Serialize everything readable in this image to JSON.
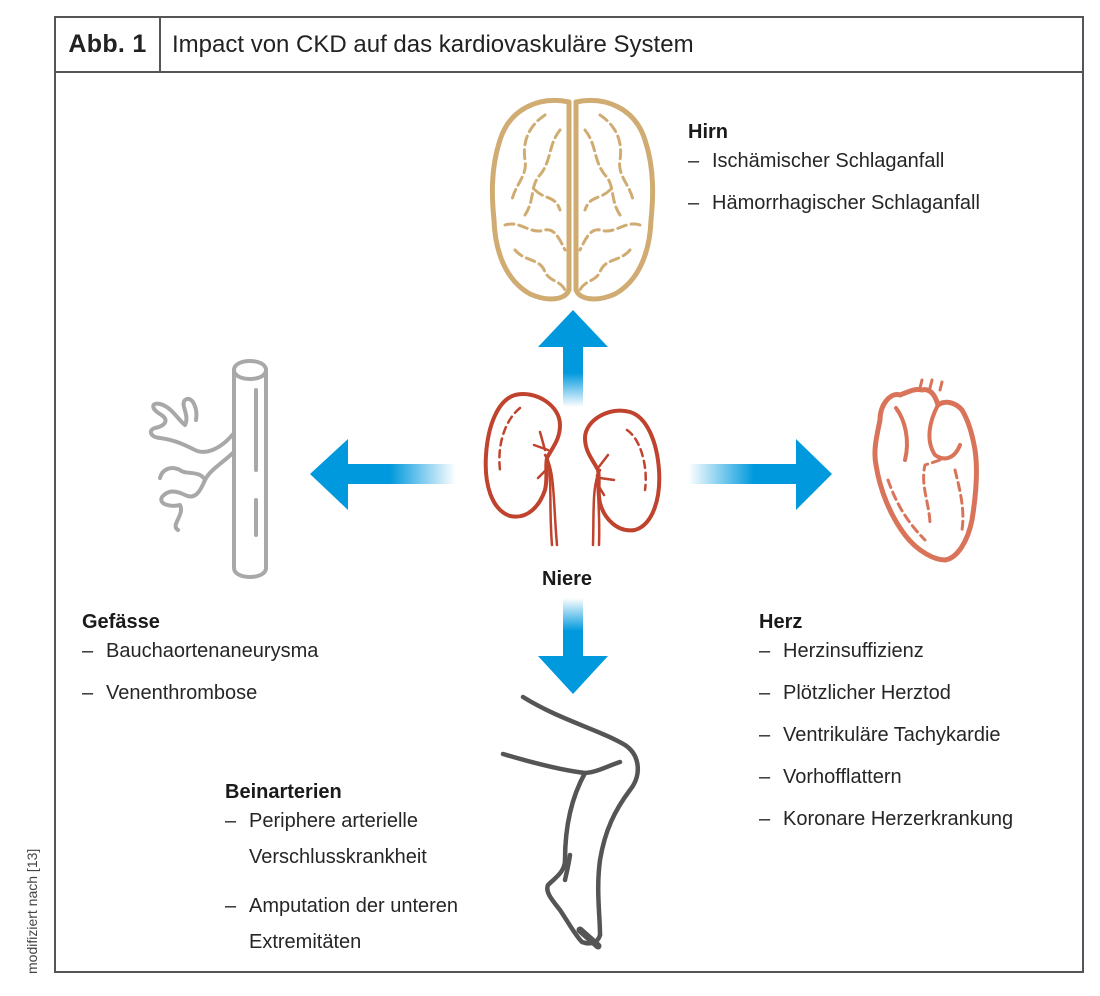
{
  "figure": {
    "label": "Abb. 1",
    "title": "Impact von CKD auf das kardiovaskuläre System",
    "credit": "modifiziert nach [13]",
    "colors": {
      "arrow": "#0099dd",
      "brain": "#d0ac72",
      "kidney": "#c0432e",
      "heart": "#d9745a",
      "vessel": "#a8a8a8",
      "leg": "#555555",
      "frame": "#555555"
    }
  },
  "center": {
    "organ": "Niere",
    "icon": "kidney-icon"
  },
  "organs": {
    "brain": {
      "heading": "Hirn",
      "icon": "brain-icon",
      "items": [
        "Ischämischer Schlaganfall",
        "Hämorrhagischer Schlaganfall"
      ]
    },
    "vessels": {
      "heading": "Gefässe",
      "icon": "blood-vessel-icon",
      "items": [
        "Bauchaortenaneurysma",
        "Venenthrombose"
      ]
    },
    "heart": {
      "heading": "Herz",
      "icon": "heart-icon",
      "items": [
        "Herzinsuffizienz",
        "Plötzlicher Herztod",
        "Ventrikuläre Tachykardie",
        "Vorhofflattern",
        "Koronare Herzerkrankung"
      ]
    },
    "legs": {
      "heading": "Beinarterien",
      "icon": "leg-icon",
      "items": [
        "Periphere arterielle\nVerschlusskrankheit",
        "Amputation der unteren\nExtremitäten"
      ]
    }
  },
  "bullet": "–"
}
